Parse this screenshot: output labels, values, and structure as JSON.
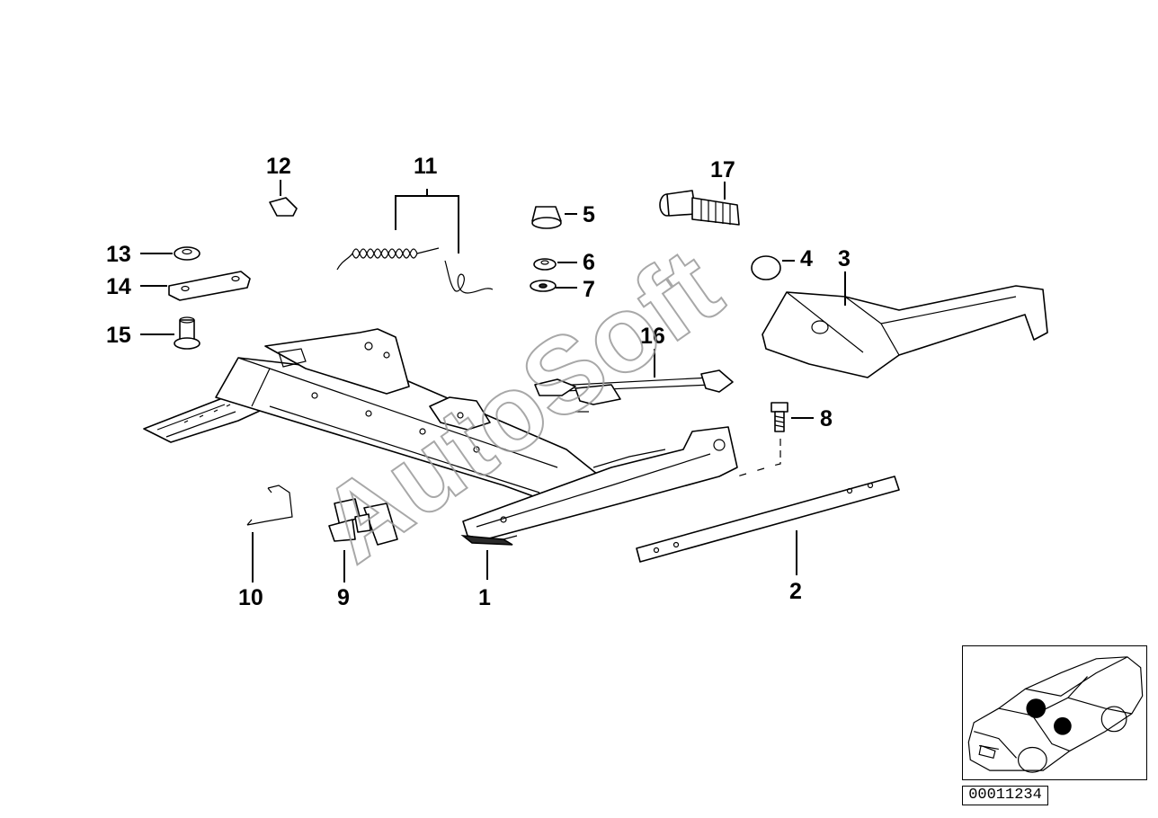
{
  "parts": {
    "p1": "1",
    "p2": "2",
    "p3": "3",
    "p4": "4",
    "p5": "5",
    "p6": "6",
    "p7": "7",
    "p8": "8",
    "p9": "9",
    "p10": "10",
    "p11": "11",
    "p12": "12",
    "p13": "13",
    "p14": "14",
    "p15": "15",
    "p16": "16",
    "p17": "17"
  },
  "watermark": "AutoSoft",
  "diagram_code": "00011234",
  "colors": {
    "line": "#000000",
    "watermark": "#9a9a9a",
    "background": "#ffffff"
  }
}
